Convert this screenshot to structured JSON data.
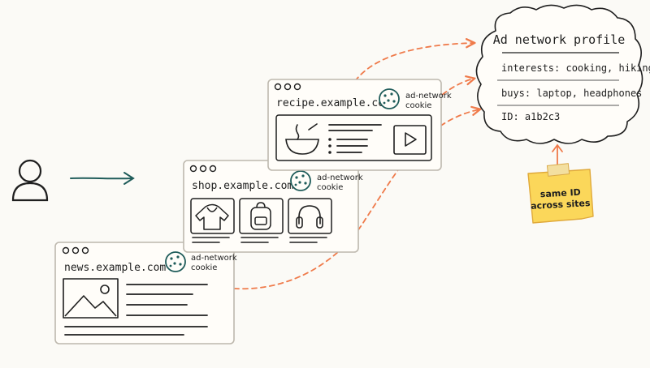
{
  "user": {
    "icon": "user-icon"
  },
  "windows": [
    {
      "id": "news",
      "url": "news.example.com",
      "cookie_line1": "ad-network",
      "cookie_line2": "cookie"
    },
    {
      "id": "shop",
      "url": "shop.example.com",
      "cookie_line1": "ad-network",
      "cookie_line2": "cookie",
      "products": [
        "hoodie-icon",
        "backpack-icon",
        "headphones-icon"
      ]
    },
    {
      "id": "recipe",
      "url": "recipe.example.com",
      "cookie_line1": "ad-network",
      "cookie_line2": "cookie",
      "media": [
        "bowl-icon",
        "play-icon"
      ]
    }
  ],
  "profile": {
    "title": "Ad network profile",
    "interests": "interests: cooking, hiking",
    "buys": "buys: laptop, headphones",
    "id_line": "ID: a1b2c3"
  },
  "note": {
    "line1": "same ID",
    "line2": "across sites"
  },
  "colors": {
    "ink": "#1f1f1f",
    "teal": "#1f5c5a",
    "orange": "#ef7a4a",
    "note_yellow": "#fbd75a",
    "note_border": "#e0a93a",
    "window_border": "#bdb8ae",
    "paper": "#fbfaf6"
  }
}
